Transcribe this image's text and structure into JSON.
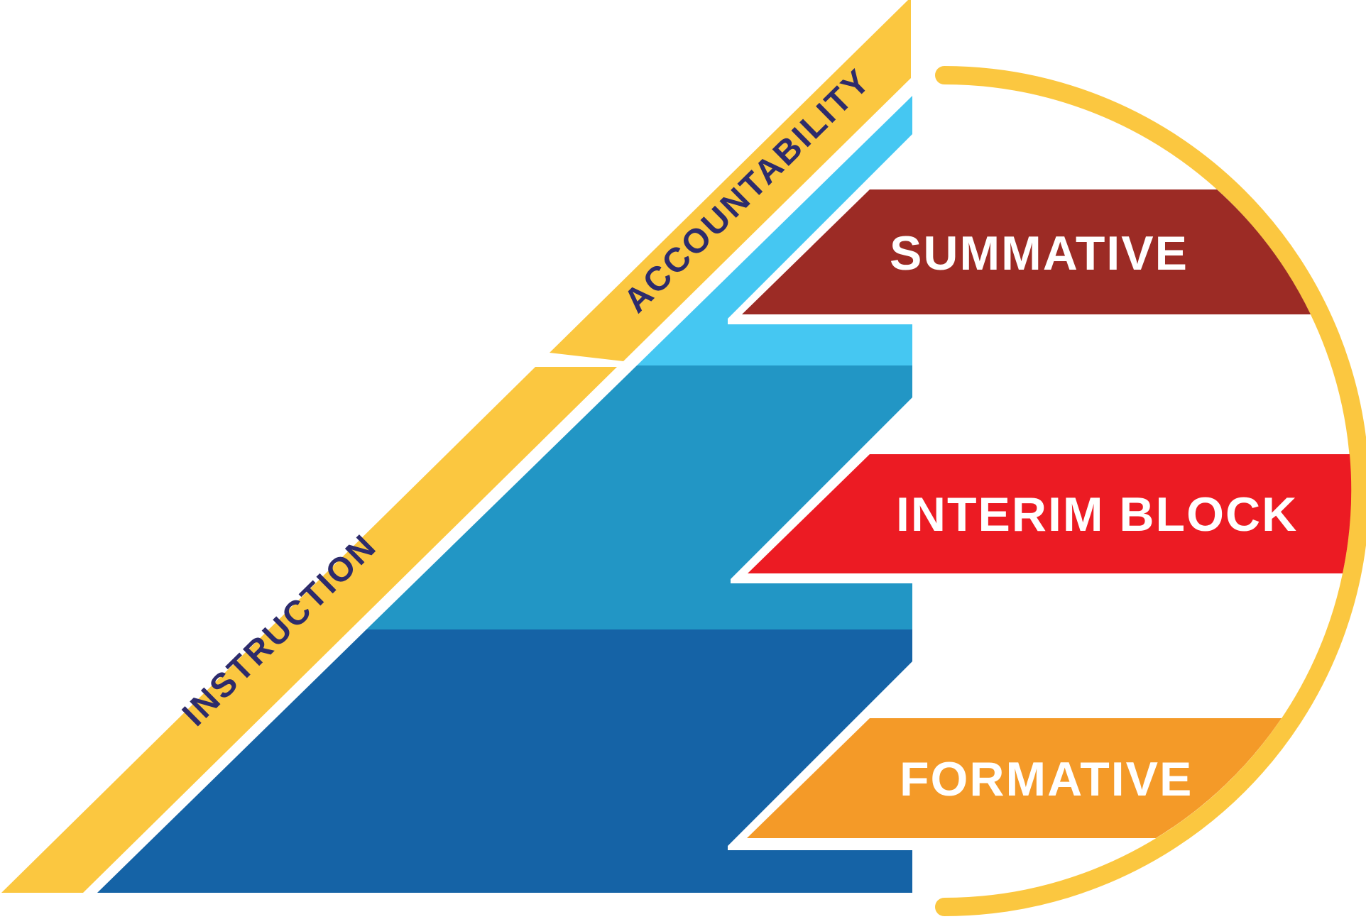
{
  "axis_band": {
    "upper_label": "ACCOUNTABILITY",
    "lower_label": "INSTRUCTION",
    "band_color": "#FBC740",
    "label_color": "#2D2B6B"
  },
  "pyramid": {
    "layers": [
      {
        "name": "top",
        "color": "#45C7F2"
      },
      {
        "name": "middle",
        "color": "#2296C5"
      },
      {
        "name": "bottom",
        "color": "#1563A6"
      }
    ],
    "notch_color": "#FFFFFF"
  },
  "banners": [
    {
      "label": "SUMMATIVE",
      "color": "#9C2B25",
      "text_color": "#FFFFFF"
    },
    {
      "label": "INTERIM BLOCK",
      "color": "#EC1B23",
      "text_color": "#FFFFFF"
    },
    {
      "label": "FORMATIVE",
      "color": "#F49A28",
      "text_color": "#FFFFFF"
    }
  ],
  "arc": {
    "color": "#FBC740"
  }
}
